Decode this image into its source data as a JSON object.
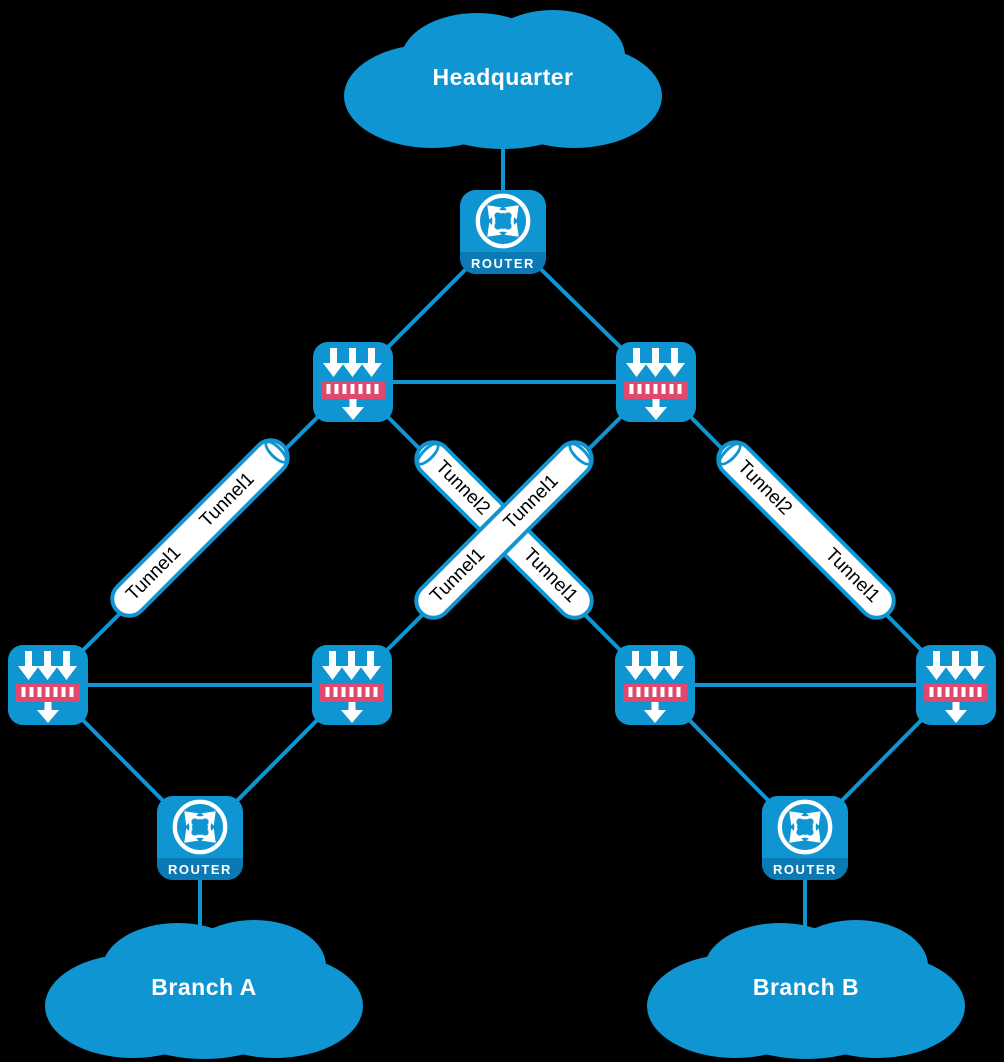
{
  "colors": {
    "primary": "#1095D3",
    "router_band": "#0B7AB4",
    "accent_red": "#E0486E",
    "background": "#000000",
    "tunnel_text": "#000000",
    "cloud_text": "#FFFFFF"
  },
  "icons": {
    "router": "circle-with-four-cross-arrows",
    "gateway": "three-arrows-into-red-bar-one-arrow-out",
    "cloud": "cloud-shape"
  },
  "clouds": {
    "hq": {
      "label": "Headquarter"
    },
    "branch_a": {
      "label": "Branch A"
    },
    "branch_b": {
      "label": "Branch B"
    }
  },
  "routers": {
    "hq": {
      "label": "ROUTER"
    },
    "branch_a": {
      "label": "ROUTER"
    },
    "branch_b": {
      "label": "ROUTER"
    }
  },
  "tunnels": {
    "left": {
      "a": "Tunnel1",
      "b": "Tunnel1"
    },
    "cross_desc": {
      "a": "Tunnel2",
      "b": "Tunnel1"
    },
    "cross_asc": {
      "a": "Tunnel1",
      "b": "Tunnel1"
    },
    "right": {
      "a": "Tunnel2",
      "b": "Tunnel1"
    }
  }
}
